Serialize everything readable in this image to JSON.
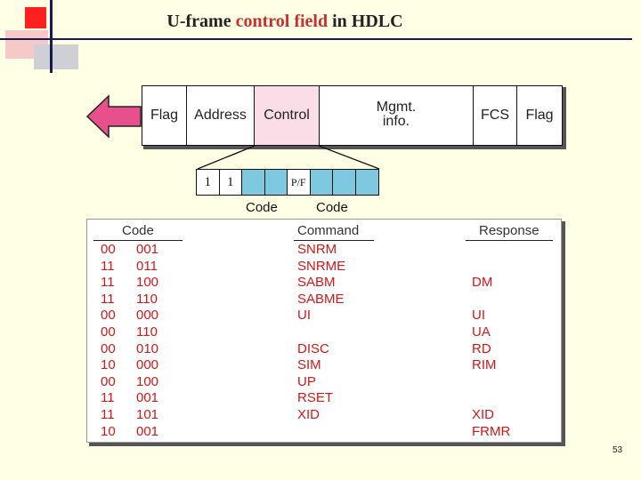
{
  "title": {
    "part1": "U-frame ",
    "highlight": "control field",
    "part2": " in HDLC"
  },
  "frame_fields": [
    {
      "label": "Flag"
    },
    {
      "label": "Address"
    },
    {
      "label": "Control"
    },
    {
      "label": "Mgmt.\ninfo."
    },
    {
      "label": "FCS"
    },
    {
      "label": "Flag"
    }
  ],
  "bits": [
    "1",
    "1",
    "",
    "",
    "P/F",
    "",
    "",
    ""
  ],
  "code_labels": [
    "Code",
    "Code"
  ],
  "table": {
    "headers": {
      "code": "Code",
      "command": "Command",
      "response": "Response"
    },
    "rows": [
      {
        "code1": "00",
        "code2": "001",
        "command": "SNRM",
        "response": ""
      },
      {
        "code1": "11",
        "code2": "011",
        "command": "SNRME",
        "response": ""
      },
      {
        "code1": "11",
        "code2": "100",
        "command": "SABM",
        "response": "DM"
      },
      {
        "code1": "11",
        "code2": "110",
        "command": "SABME",
        "response": ""
      },
      {
        "code1": "00",
        "code2": "000",
        "command": "UI",
        "response": "UI"
      },
      {
        "code1": "00",
        "code2": "110",
        "command": "",
        "response": "UA"
      },
      {
        "code1": "00",
        "code2": "010",
        "command": "DISC",
        "response": "RD"
      },
      {
        "code1": "10",
        "code2": "000",
        "command": "SIM",
        "response": "RIM"
      },
      {
        "code1": "00",
        "code2": "100",
        "command": "UP",
        "response": ""
      },
      {
        "code1": "11",
        "code2": "001",
        "command": "RSET",
        "response": ""
      },
      {
        "code1": "11",
        "code2": "101",
        "command": "XID",
        "response": "XID"
      },
      {
        "code1": "10",
        "code2": "001",
        "command": "",
        "response": "FRMR"
      }
    ]
  },
  "page_number": "53",
  "colors": {
    "accent_red": "#d01818",
    "control_fill": "#fbdde8",
    "bit_fill": "#7ec8e0",
    "arrow_fill": "#e8508c"
  }
}
